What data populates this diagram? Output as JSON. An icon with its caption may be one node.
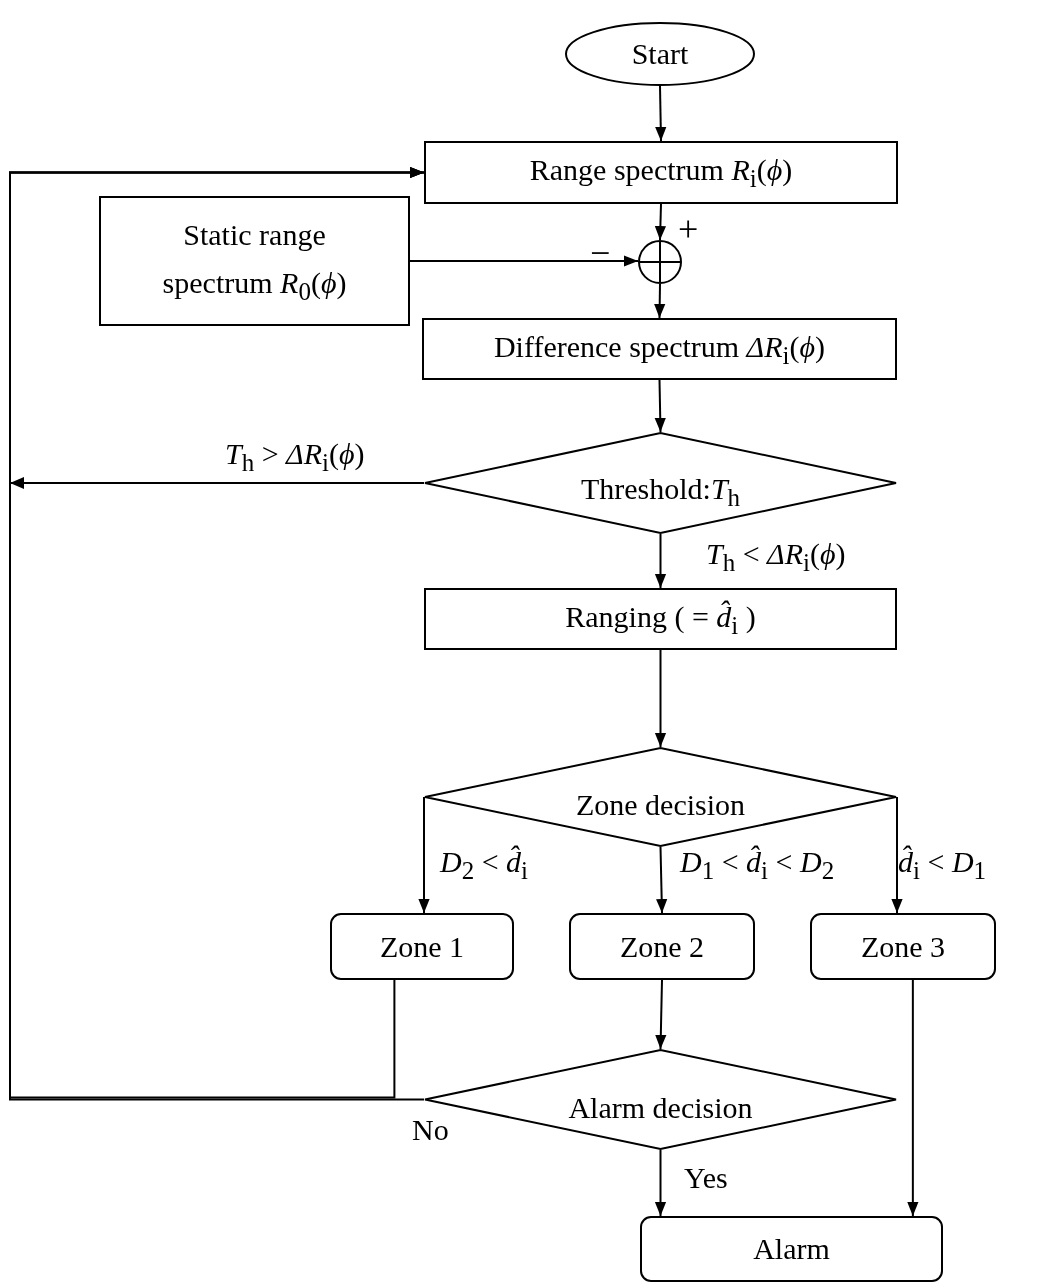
{
  "diagram": {
    "nodes": [
      {
        "text": [
          "Start"
        ]
      },
      {
        "text": [
          "Range spectrum *R*$_{i}$(*ϕ*)"
        ]
      },
      {
        "text": [
          "Static range spectrum *R*$_{0}$(*ϕ*)"
        ]
      },
      {
        "text": [],
        "shape": "circle"
      },
      {
        "text": [
          "Difference spectrum *ΔR*$_{i}$(*ϕ*)"
        ]
      },
      {
        "text": [
          "Threshold:*T*$_{h}$"
        ]
      },
      {
        "text": [
          "Ranging ( = *d̂*$_{i}$ )"
        ]
      },
      {
        "text": [
          "Zone decision"
        ]
      },
      {
        "text": [
          "Zone 1"
        ]
      },
      {
        "text": [
          "Zone 2"
        ]
      },
      {
        "text": [
          "Zone 3"
        ]
      },
      {
        "text": [
          "Alarm decision"
        ]
      },
      {
        "text": [
          "Alarm"
        ]
      }
    ],
    "edges": [
      {
        "from": 0,
        "to": 1,
        "arrow": "to"
      },
      {
        "from": 1,
        "to": 3,
        "arrow": "to",
        "label": "+"
      },
      {
        "from": 2,
        "to": 3,
        "arrow": "to",
        "label": "−"
      },
      {
        "from": 3,
        "to": 4,
        "arrow": "to"
      },
      {
        "from": 4,
        "to": 5,
        "arrow": "to"
      },
      {
        "from": 5,
        "to": 1,
        "arrow": "to",
        "label": "*T*$_{h}$ > *ΔR*$_{i}$(*ϕ*)"
      },
      {
        "from": 5,
        "to": 6,
        "arrow": "to",
        "label": "*T*$_{h}$ < *ΔR*$_{i}$(*ϕ*)"
      },
      {
        "from": 6,
        "to": 7,
        "arrow": "to"
      },
      {
        "from": 7,
        "to": 8,
        "arrow": "to",
        "label": "*D*$_{2}$ < *d̂*$_{i}$"
      },
      {
        "from": 7,
        "to": 9,
        "arrow": "to",
        "label": "*D*$_{1}$ < *d̂*$_{i}$ < *D*$_{2}$"
      },
      {
        "from": 7,
        "to": 10,
        "arrow": "to",
        "label": "*d̂*$_{i}$ < *D*$_{1}$"
      },
      {
        "from": 8,
        "to": 1,
        "arrow": "to"
      },
      {
        "from": 9,
        "to": 11,
        "arrow": "to"
      },
      {
        "from": 10,
        "to": 12,
        "arrow": "to"
      },
      {
        "from": 11,
        "to": 12,
        "arrow": "to",
        "label": "Yes"
      },
      {
        "from": 11,
        "to": 1,
        "arrow": "to",
        "label": "No"
      }
    ]
  }
}
